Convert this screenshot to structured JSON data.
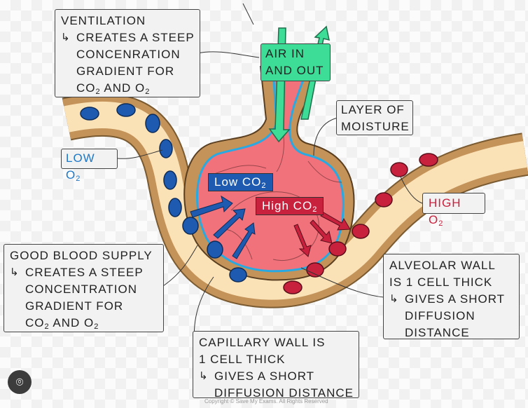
{
  "ventilation": {
    "title": "Ventilation",
    "lines": [
      "Creates a steep",
      "concenration",
      "gradient for"
    ],
    "last_a": "CO",
    "last_sub1": "2",
    "last_mid": " and O",
    "last_sub2": "2"
  },
  "air": {
    "line1": "Air in",
    "line2": "and out"
  },
  "moisture": {
    "line1": "Layer of",
    "line2": "moisture"
  },
  "low_o2": {
    "text": "Low O",
    "sub": "2"
  },
  "high_o2": {
    "text": "High O",
    "sub": "2"
  },
  "low_co2": {
    "text": "Low CO",
    "sub": "2"
  },
  "high_co2": {
    "text": "High CO",
    "sub": "2"
  },
  "blood": {
    "title": "Good blood supply",
    "lines": [
      "Creates a steep",
      "concentration",
      "gradient for"
    ],
    "last_a": "CO",
    "last_sub1": "2",
    "last_mid": " and O",
    "last_sub2": "2"
  },
  "alveolar": {
    "line1": "Alveolar wall",
    "line2": "is 1 cell thick",
    "line3": "Gives a short",
    "line4": "diffusion",
    "line5": "distance"
  },
  "capillary": {
    "line1": "Capillary wall is",
    "line2": "1 cell thick",
    "line3": "Gives a short",
    "line4": "diffusion distance"
  },
  "copyright": "Copyright © Save My Exams. All Rights Reserved",
  "colors": {
    "vessel_wall": "#c3935a",
    "vessel_inner": "#fbe2b6",
    "alveolus": "#f2727c",
    "moisture": "#29a9e1",
    "oxygen_blue": "#1e5bb0",
    "co2_red": "#c8213e",
    "air_green": "#3ddc97"
  },
  "icons": [
    "lens-icon",
    "arrow-return-icon"
  ]
}
